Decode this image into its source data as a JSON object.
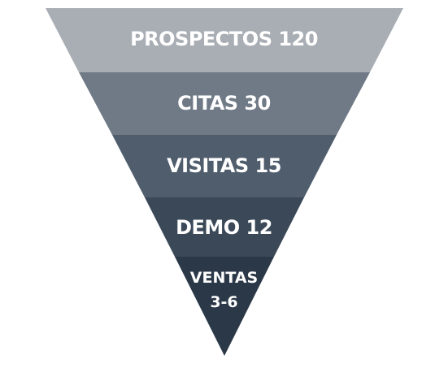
{
  "funnel": {
    "stages": [
      {
        "label": "PROSPECTOS 120",
        "color": "#a9aeb4"
      },
      {
        "label": "CITAS 30",
        "color": "#6f7a86"
      },
      {
        "label": "VISITAS 15",
        "color": "#4f5d6d"
      },
      {
        "label": "DEMO 12",
        "color": "#3a4858"
      },
      {
        "label_line1": "VENTAS",
        "label_line2": "3-6",
        "color": "#2b3848"
      }
    ]
  }
}
